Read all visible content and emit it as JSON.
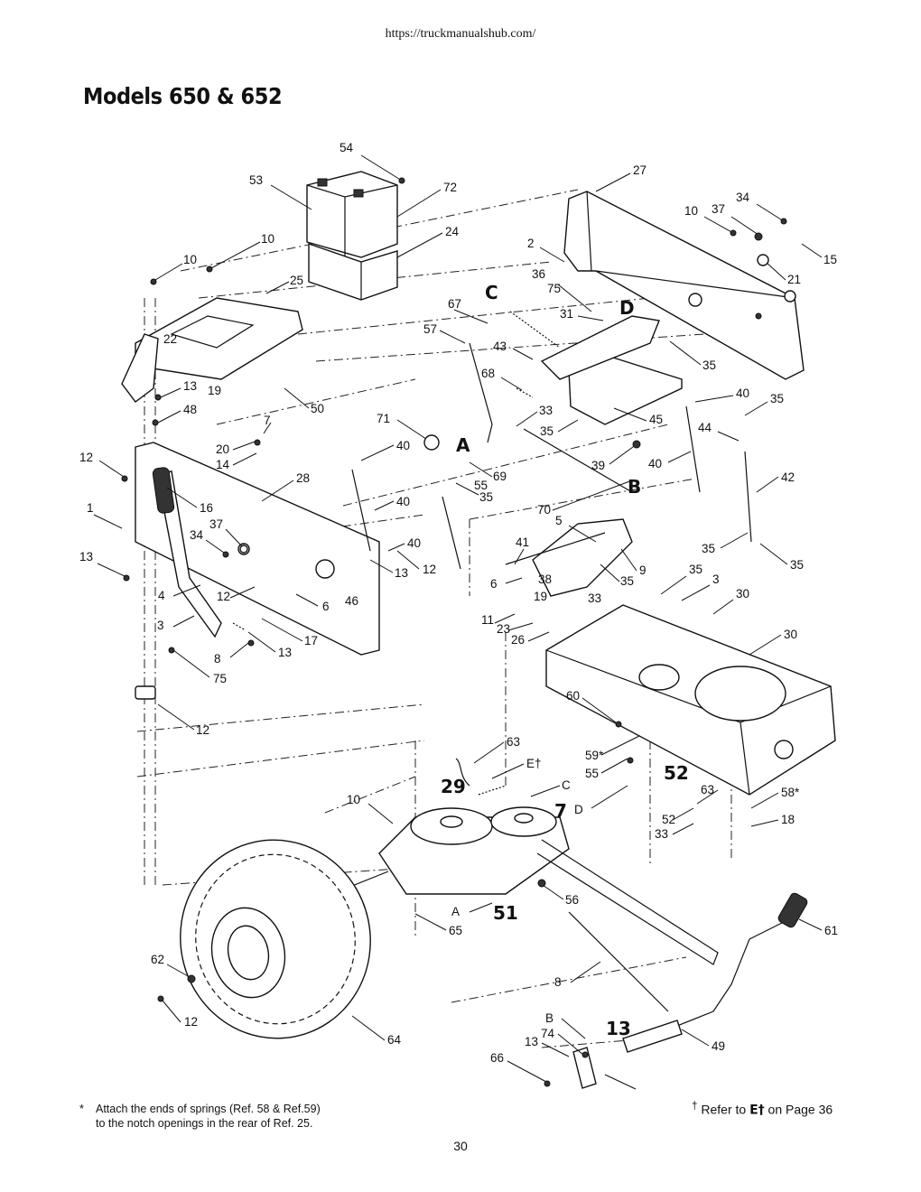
{
  "header": {
    "url": "https://truckmanualshub.com/"
  },
  "page": {
    "title": "Models 650 & 652",
    "number": "30"
  },
  "footnotes": {
    "star": "*",
    "star_text_line1": "Attach the ends of springs (Ref. 58 & Ref.59)",
    "star_text_line2": "to the notch openings in the rear of Ref. 25.",
    "dagger": "†",
    "refer_pre": "Refer to",
    "refer_letter": "E†",
    "refer_post": "on Page 36"
  },
  "diagram": {
    "callouts": [
      "54",
      "53",
      "72",
      "27",
      "34",
      "10",
      "37",
      "15",
      "24",
      "10",
      "2",
      "21",
      "10",
      "25",
      "36",
      "C",
      "75",
      "D",
      "67",
      "31",
      "57",
      "22",
      "43",
      "35",
      "68",
      "13",
      "19",
      "50",
      "40",
      "35",
      "48",
      "33",
      "71",
      "35",
      "45",
      "44",
      "7",
      "20",
      "40",
      "A",
      "39",
      "40",
      "14",
      "12",
      "28",
      "69",
      "35",
      "55",
      "B",
      "16",
      "1",
      "42",
      "70",
      "40",
      "37",
      "5",
      "34",
      "35",
      "40",
      "41",
      "13",
      "35",
      "13",
      "12",
      "35",
      "9",
      "38",
      "35",
      "6",
      "3",
      "4",
      "19",
      "33",
      "30",
      "46",
      "12",
      "6",
      "11",
      "3",
      "23",
      "17",
      "30",
      "13",
      "26",
      "8",
      "75",
      "12",
      "60",
      "63",
      "59*",
      "E†",
      "52",
      "55",
      "C",
      "29",
      "63",
      "58*",
      "10",
      "D",
      "7",
      "52",
      "18",
      "33",
      "56",
      "A",
      "51",
      "65",
      "61",
      "62",
      "8",
      "12",
      "B",
      "13",
      "74",
      "64",
      "49",
      "13",
      "66"
    ]
  }
}
